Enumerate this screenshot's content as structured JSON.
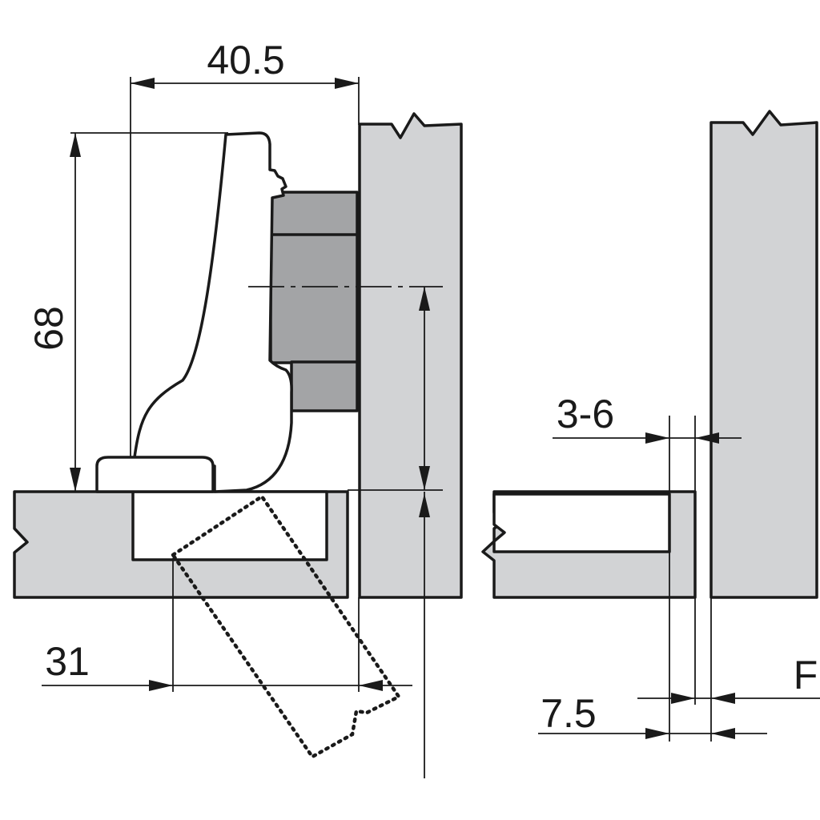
{
  "dimensions": {
    "overlay_width": "40.5",
    "cup_height": "68",
    "cup_distance": "31",
    "drilling_distance": "3-6",
    "door_thickness_offset": "7.5",
    "overlay_f": "F"
  },
  "colors": {
    "panel_fill": "#d2d3d5",
    "plate_fill": "#a3a4a6",
    "line": "#1a1a1a"
  }
}
